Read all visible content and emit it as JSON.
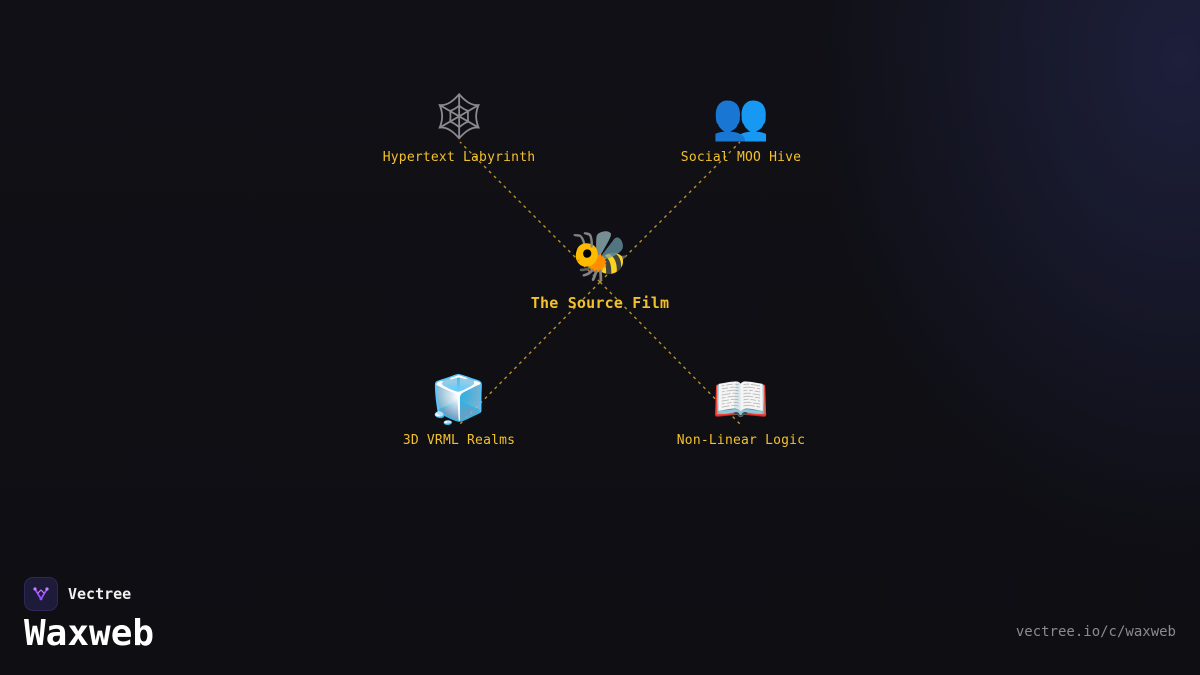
{
  "diagram": {
    "center": {
      "label": "The Source Film",
      "icon": "bee-icon",
      "glyph": "🐝"
    },
    "nodes": [
      {
        "label": "Hypertext Labyrinth",
        "icon": "spider-web-icon",
        "glyph": "🕸"
      },
      {
        "label": "Social MOO Hive",
        "icon": "people-icon",
        "glyph": "👥"
      },
      {
        "label": "3D VRML Realms",
        "icon": "ice-cube-icon",
        "glyph": "🧊"
      },
      {
        "label": "Non-Linear Logic",
        "icon": "open-book-icon",
        "glyph": "📖"
      }
    ],
    "link_color": "#b8922a",
    "label_color": "#f2c12e"
  },
  "brand": {
    "name": "Vectree",
    "logo_icon": "vectree-logo-icon",
    "accent": "#9b4dff"
  },
  "page": {
    "title": "Waxweb",
    "url": "vectree.io/c/waxweb"
  }
}
